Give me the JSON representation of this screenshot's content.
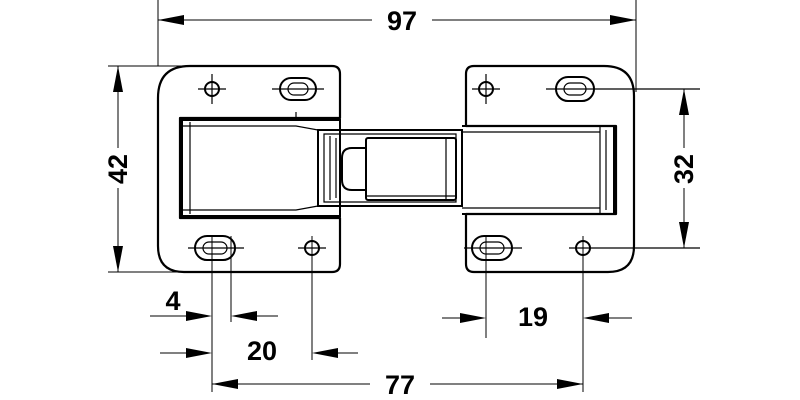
{
  "dimensions": {
    "overall_width": "97",
    "overall_height": "42",
    "hole_spacing_vertical": "32",
    "edge_offset": "4",
    "hole_pitch_left": "20",
    "hole_spacing_horizontal": "77",
    "right_hole_offset": "19"
  },
  "colors": {
    "line": "#000000",
    "background": "#ffffff"
  }
}
